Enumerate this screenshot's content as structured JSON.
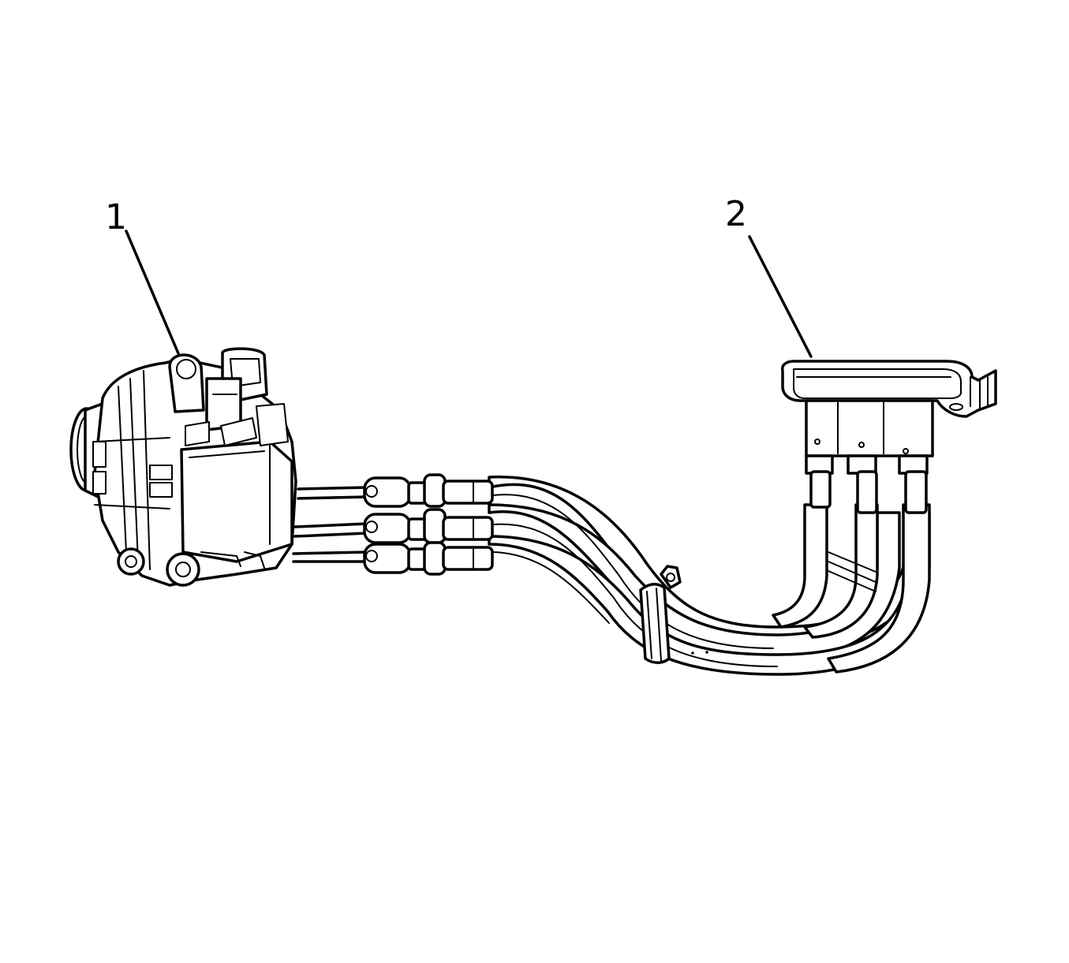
{
  "diagram": {
    "colors": {
      "line": "#000000",
      "background": "#ffffff"
    },
    "callouts": [
      {
        "id": "1",
        "label": "1",
        "part": "generator"
      },
      {
        "id": "2",
        "label": "2",
        "part": "connector-module"
      }
    ]
  }
}
